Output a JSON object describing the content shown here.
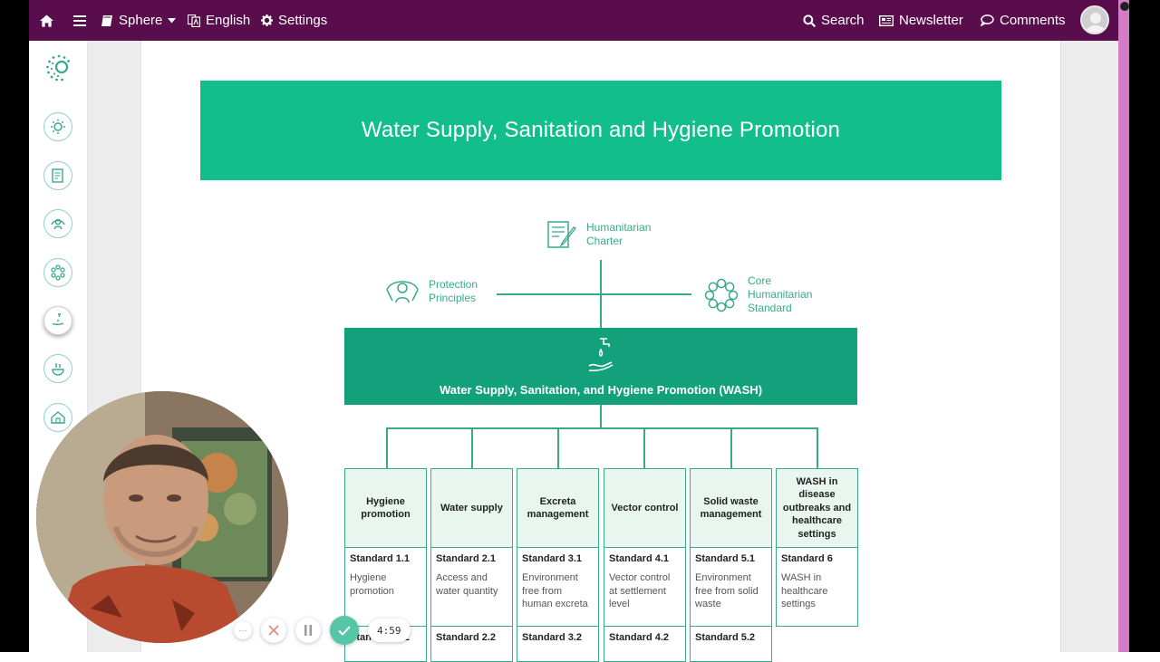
{
  "nav": {
    "brand": "Sphere",
    "language": "English",
    "settings": "Settings",
    "search": "Search",
    "newsletter": "Newsletter",
    "comments": "Comments"
  },
  "banner": {
    "title": "Water Supply, Sanitation and Hygiene Promotion"
  },
  "diagram": {
    "charter": [
      "Humanitarian",
      "Charter"
    ],
    "protection": [
      "Protection",
      "Principles"
    ],
    "core": [
      "Core",
      "Humanitarian",
      "Standard"
    ],
    "wash_title": "Water Supply, Sanitation, and Hygiene Promotion (WASH)",
    "columns": [
      {
        "head": "Hygiene promotion",
        "std": "Standard 1.1",
        "desc": "Hygiene promotion",
        "std2": "Standard 1.2"
      },
      {
        "head": "Water supply",
        "std": "Standard 2.1",
        "desc": "Access and water quantity",
        "std2": "Standard 2.2"
      },
      {
        "head": "Excreta management",
        "std": "Standard 3.1",
        "desc": "Environment free from human excreta",
        "std2": "Standard 3.2"
      },
      {
        "head": "Vector control",
        "std": "Standard 4.1",
        "desc": "Vector control at settlement level",
        "std2": "Standard 4.2"
      },
      {
        "head": "Solid waste management",
        "std": "Standard 5.1",
        "desc": "Environment free from solid waste",
        "std2": "Standard 5.2"
      },
      {
        "head": "WASH in disease outbreaks and healthcare settings",
        "std": "Standard 6",
        "desc": "WASH in healthcare settings",
        "std2": ""
      }
    ]
  },
  "recorder": {
    "more": "···",
    "timer": "4:59"
  },
  "colors": {
    "topbar": "#5a0d4c",
    "accent": "#12bf8a",
    "wash": "#12a17b",
    "line": "#3aa98a"
  }
}
